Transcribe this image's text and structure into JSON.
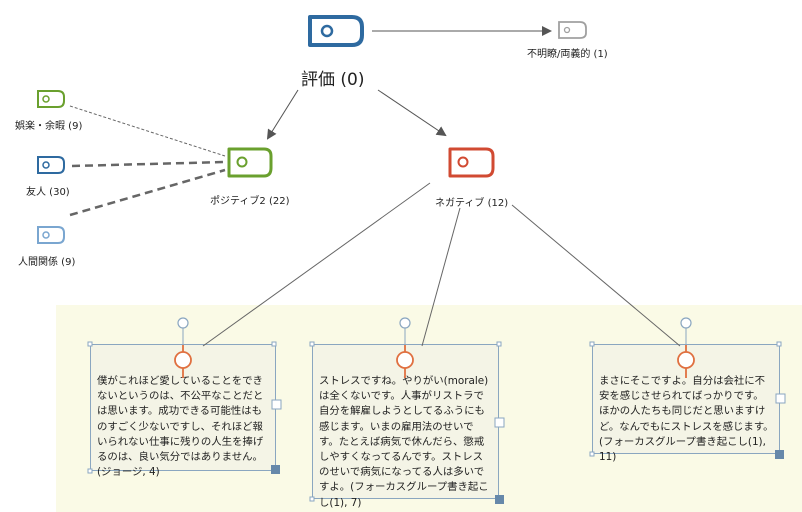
{
  "diagram": {
    "root": {
      "label": "評価 (0)",
      "color": "#2e6aa0"
    },
    "ambiguous": {
      "label": "不明瞭/両義的 (1)",
      "color": "#a0a0a0"
    },
    "positive": {
      "label": "ポジティブ2 (22)",
      "color": "#6aa02e"
    },
    "negative": {
      "label": "ネガティブ (12)",
      "color": "#d14a32"
    },
    "positive_children": [
      {
        "label": "娯楽・余暇 (9)",
        "color": "#6aa02e"
      },
      {
        "label": "友人 (30)",
        "color": "#2e6aa0"
      },
      {
        "label": "人間関係 (9)",
        "color": "#7aa6d0"
      }
    ],
    "memos": [
      {
        "text": "僕がこれほど愛していることをできないというのは、不公平なことだとは思います。成功できる可能性はものすごく少ないですし、それほど報いられない仕事に残りの人生を捧げるのは、良い気分ではありません。(ジョージ, 4)"
      },
      {
        "text": "ストレスですね。やりがい(morale)は全くないです。人事がリストラで自分を解雇しようとしてるふうにも感じます。いまの雇用法のせいです。たとえば病気で休んだら、懲戒しやすくなってるんです。ストレスのせいで病気になってる人は多いですよ。(フォーカスグループ書き起こし(1), 7)"
      },
      {
        "text": "まさにそこですよ。自分は会社に不安を感じさせられてばっかりです。ほかの人たちも同じだと思いますけど。なんでもにストレスを感じます。(フォーカスグループ書き起こし(1), 11)"
      }
    ],
    "colors": {
      "panel": "#fafae6",
      "memo_border": "#8aa6c0",
      "memo_bg": "#f4f4e6",
      "connector": "#555555"
    }
  }
}
